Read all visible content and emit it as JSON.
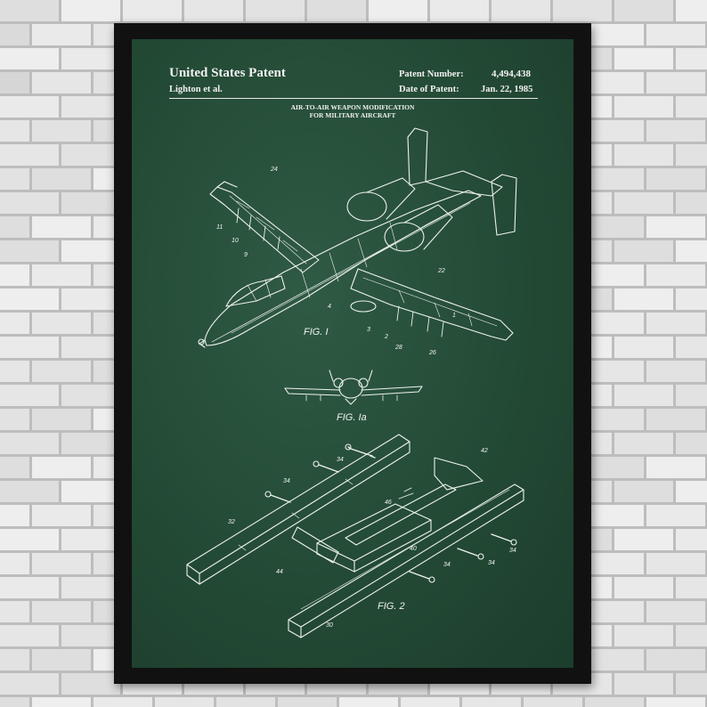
{
  "patent": {
    "title": "United States Patent",
    "inventor": "Lighton et al.",
    "patent_number_label": "Patent Number:",
    "patent_number": "4,494,438",
    "date_label": "Date of Patent:",
    "date": "Jan. 22, 1985",
    "invention_title_line1": "AIR-TO-AIR WEAPON MODIFICATION",
    "invention_title_line2": "FOR MILITARY AIRCRAFT"
  },
  "figures": {
    "fig1": "FIG. I",
    "fig1a": "FIG. Ia",
    "fig2": "FIG. 2"
  },
  "reference_numerals": {
    "n24": "24",
    "n11": "11",
    "n10": "10",
    "n9": "9",
    "n4": "4",
    "n3": "3",
    "n2": "2",
    "n22": "22",
    "n1": "1",
    "n28": "28",
    "n26": "26",
    "n34a": "34",
    "n34b": "34",
    "n34c": "34",
    "n34d": "34",
    "n34e": "34",
    "n42": "42",
    "n46": "46",
    "n32": "32",
    "n40": "40",
    "n44": "44",
    "n30": "30"
  },
  "colors": {
    "chalkboard": "#234a35",
    "frame": "#111111",
    "ink": "#f1f1f1",
    "brick": "#d9d9d9"
  }
}
